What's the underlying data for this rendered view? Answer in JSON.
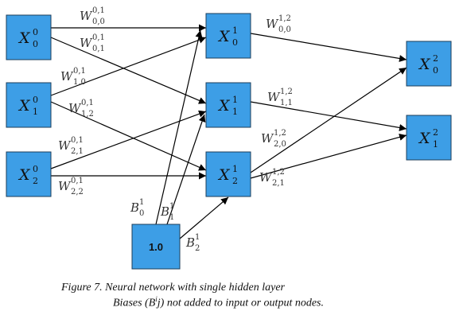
{
  "diagram": {
    "nodes": [
      {
        "id": "x00",
        "var": "X",
        "sup": "0",
        "sub": "0"
      },
      {
        "id": "x01",
        "var": "X",
        "sup": "0",
        "sub": "1"
      },
      {
        "id": "x02",
        "var": "X",
        "sup": "0",
        "sub": "2"
      },
      {
        "id": "x10",
        "var": "X",
        "sup": "1",
        "sub": "0"
      },
      {
        "id": "x11",
        "var": "X",
        "sup": "1",
        "sub": "1"
      },
      {
        "id": "x12",
        "var": "X",
        "sup": "1",
        "sub": "2"
      },
      {
        "id": "x20",
        "var": "X",
        "sup": "2",
        "sub": "0"
      },
      {
        "id": "x21",
        "var": "X",
        "sup": "2",
        "sub": "1"
      },
      {
        "id": "bias",
        "text": "1.0"
      }
    ],
    "weight_labels": [
      {
        "id": "w0_00",
        "var": "W",
        "sup": "0,1",
        "sub": "0,0"
      },
      {
        "id": "w0_01",
        "var": "W",
        "sup": "0,1",
        "sub": "0,1"
      },
      {
        "id": "w0_10",
        "var": "W",
        "sup": "0,1",
        "sub": "1,0"
      },
      {
        "id": "w0_12",
        "var": "W",
        "sup": "0,1",
        "sub": "1,2"
      },
      {
        "id": "w0_21",
        "var": "W",
        "sup": "0,1",
        "sub": "2,1"
      },
      {
        "id": "w0_22",
        "var": "W",
        "sup": "0,1",
        "sub": "2,2"
      },
      {
        "id": "w1_00",
        "var": "W",
        "sup": "1,2",
        "sub": "0,0"
      },
      {
        "id": "w1_11",
        "var": "W",
        "sup": "1,2",
        "sub": "1,1"
      },
      {
        "id": "w1_20",
        "var": "W",
        "sup": "1,2",
        "sub": "2,0"
      },
      {
        "id": "w1_21",
        "var": "W",
        "sup": "1,2",
        "sub": "2,1"
      },
      {
        "id": "b0",
        "var": "B",
        "sup": "1",
        "sub": "0"
      },
      {
        "id": "b1",
        "var": "B",
        "sup": "1",
        "sub": "1"
      },
      {
        "id": "b2",
        "var": "B",
        "sup": "1",
        "sub": "2"
      }
    ],
    "edges": [
      {
        "from": "x00",
        "to": "x10"
      },
      {
        "from": "x00",
        "to": "x11"
      },
      {
        "from": "x01",
        "to": "x10"
      },
      {
        "from": "x01",
        "to": "x12"
      },
      {
        "from": "x02",
        "to": "x11"
      },
      {
        "from": "x02",
        "to": "x12"
      },
      {
        "from": "x10",
        "to": "x20"
      },
      {
        "from": "x11",
        "to": "x21"
      },
      {
        "from": "x12",
        "to": "x20"
      },
      {
        "from": "x12",
        "to": "x21"
      },
      {
        "from": "bias",
        "to": "x10"
      },
      {
        "from": "bias",
        "to": "x11"
      },
      {
        "from": "bias",
        "to": "x12"
      }
    ]
  },
  "caption": {
    "line1": "Figure 7. Neural network with single hidden layer",
    "line2_prefix": "Biases (B",
    "line2_sup": "i",
    "line2_sub": "j",
    "line2_suffix": ") not added to input or output nodes."
  }
}
